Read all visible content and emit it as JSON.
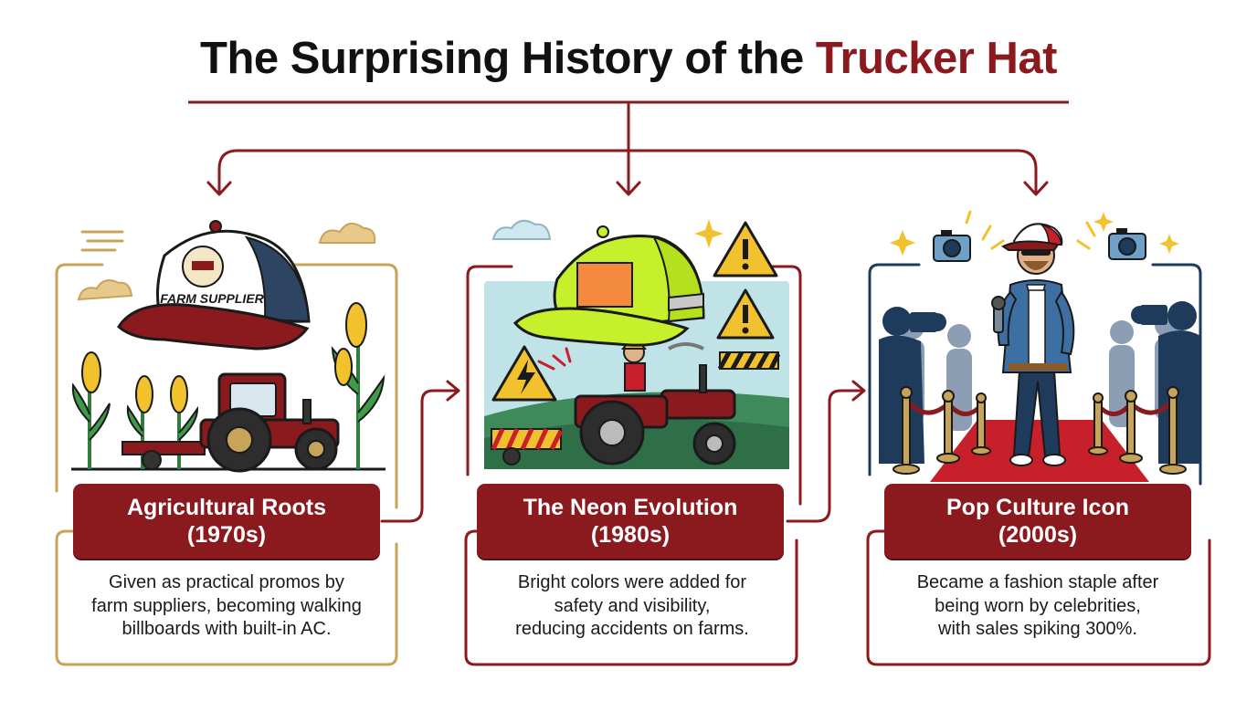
{
  "title": {
    "main": "The Surprising History of the ",
    "accent": "Trucker Hat"
  },
  "colors": {
    "accent": "#8b1a1f",
    "gold": "#c8a45a",
    "navy": "#1f3b5c",
    "neon": "#c6f02b",
    "carpet": "#c8202a"
  },
  "stages": [
    {
      "title": "Agricultural Roots",
      "era": "(1970s)",
      "description": [
        "Given as practical promos by",
        "farm suppliers, becoming walking",
        "billboards with built-in AC."
      ],
      "hat_text": "FARM SUPPLIER"
    },
    {
      "title": "The Neon Evolution",
      "era": "(1980s)",
      "description": [
        "Bright colors were added for",
        "safety and visibility,",
        "reducing accidents on farms."
      ]
    },
    {
      "title": "Pop Culture Icon",
      "era": "(2000s)",
      "description": [
        "Became a fashion staple after",
        "being worn by celebrities,",
        "with sales spiking 300%."
      ]
    }
  ]
}
